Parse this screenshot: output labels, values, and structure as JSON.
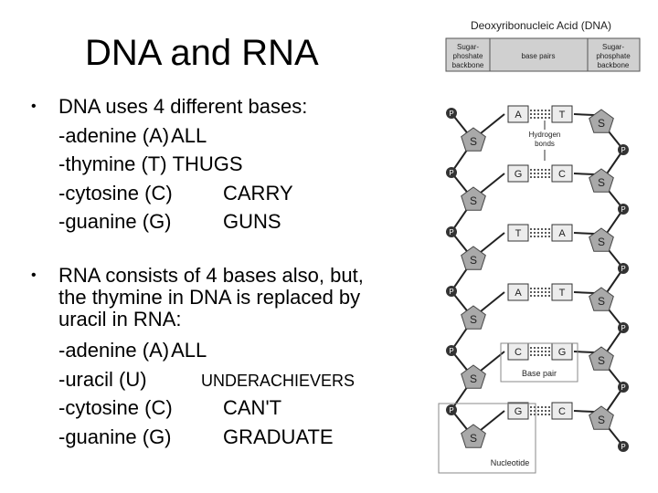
{
  "slide": {
    "title": "DNA and RNA",
    "bullet1": {
      "text": "DNA uses 4 different bases:",
      "items": [
        {
          "base": "-adenine (A)",
          "mnemonic": "ALL"
        },
        {
          "base": "-thymine (T)",
          "mnemonic": "THUGS"
        },
        {
          "base": "-cytosine (C)",
          "mnemonic": "CARRY"
        },
        {
          "base": "-guanine (G)",
          "mnemonic": "GUNS"
        }
      ]
    },
    "bullet2": {
      "line1": "RNA consists of 4 bases also, but,",
      "line2": "the thymine in DNA is replaced by",
      "line3": "uracil in RNA:",
      "items": [
        {
          "base": "-adenine (A)",
          "mnemonic": "ALL"
        },
        {
          "base": "-uracil (U)",
          "mnemonic": "UNDERACHIEVERS"
        },
        {
          "base": "-cytosine (C)",
          "mnemonic": "CAN'T"
        },
        {
          "base": "-guanine (G)",
          "mnemonic": "GRADUATE"
        }
      ]
    }
  },
  "figure": {
    "title": "Deoxyribonucleic Acid (DNA)",
    "header": {
      "left": [
        "Sugar-",
        "phoshate",
        "backbone"
      ],
      "middle": "base pairs",
      "right": [
        "Sugar-",
        "phosphate",
        "backbone"
      ]
    },
    "pairs": [
      {
        "left": "A",
        "right": "T"
      },
      {
        "left": "G",
        "right": "C"
      },
      {
        "left": "T",
        "right": "A"
      },
      {
        "left": "A",
        "right": "T"
      },
      {
        "left": "C",
        "right": "G"
      },
      {
        "left": "G",
        "right": "C"
      }
    ],
    "sugar_label": "S",
    "phosphate_label": "P",
    "hydrogen_label": [
      "Hydrogen",
      "bonds"
    ],
    "base_pair_label": "Base pair",
    "nucleotide_label": "Nucleotide"
  }
}
